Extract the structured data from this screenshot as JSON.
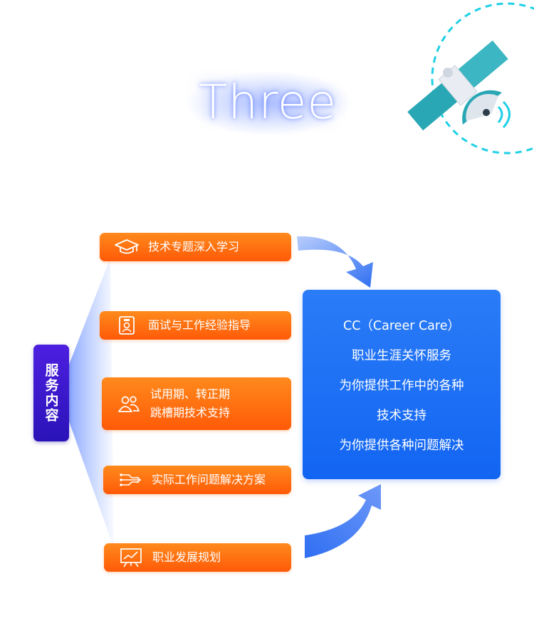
{
  "title": "Three",
  "side_label": "服务内容",
  "items": [
    {
      "icon": "graduation-cap-icon",
      "lines": [
        "技术专题深入学习"
      ]
    },
    {
      "icon": "id-badge-icon",
      "lines": [
        "面试与工作经验指导"
      ]
    },
    {
      "icon": "people-icon",
      "lines": [
        "试用期、转正期",
        "跳槽期技术支持"
      ]
    },
    {
      "icon": "circuit-arrow-icon",
      "lines": [
        "实际工作问题解决方案"
      ]
    },
    {
      "icon": "presentation-chart-icon",
      "lines": [
        "职业发展规划"
      ]
    }
  ],
  "info_box": {
    "lines": [
      "CC（Career Care）",
      "职业生涯关怀服务",
      "为你提供工作中的各种",
      "技术支持",
      "为你提供各种问题解决"
    ]
  },
  "colors": {
    "orange_top": "#ff8a1c",
    "orange_bottom": "#ff5a08",
    "blue_box": "#1a6ff4",
    "purple_label": "#3a18cc",
    "satellite_teal": "#2ab5c4"
  }
}
